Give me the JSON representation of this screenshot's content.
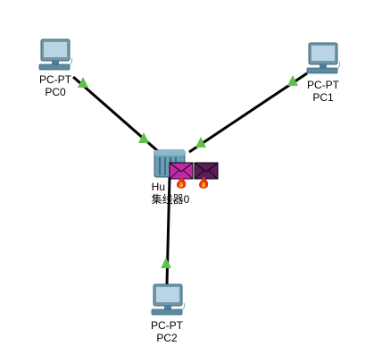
{
  "devices": [
    {
      "id": "pc0",
      "type": "PC-PT",
      "name": "PC0"
    },
    {
      "id": "pc1",
      "type": "PC-PT",
      "name": "PC1"
    },
    {
      "id": "pc2",
      "type": "PC-PT",
      "name": "PC2"
    },
    {
      "id": "hub",
      "type": "Hub-PT",
      "type_visible": "Hu",
      "name": "集线器0"
    }
  ],
  "links": [
    {
      "from": "pc0",
      "to": "hub",
      "status": "up"
    },
    {
      "from": "pc1",
      "to": "hub",
      "status": "up"
    },
    {
      "from": "pc2",
      "to": "hub",
      "status": "up"
    }
  ],
  "packets": [
    {
      "color": "#c02aa6",
      "status": "collision"
    },
    {
      "color": "#5a1d5a",
      "status": "collision"
    }
  ],
  "colors": {
    "link": "#000000",
    "link_up_indicator": "#5fc04a",
    "device_screen": "#a8c8d8",
    "device_frame": "#4f7f98",
    "hub_body": "#6b9db5",
    "collision_flame": "#e5331b"
  }
}
